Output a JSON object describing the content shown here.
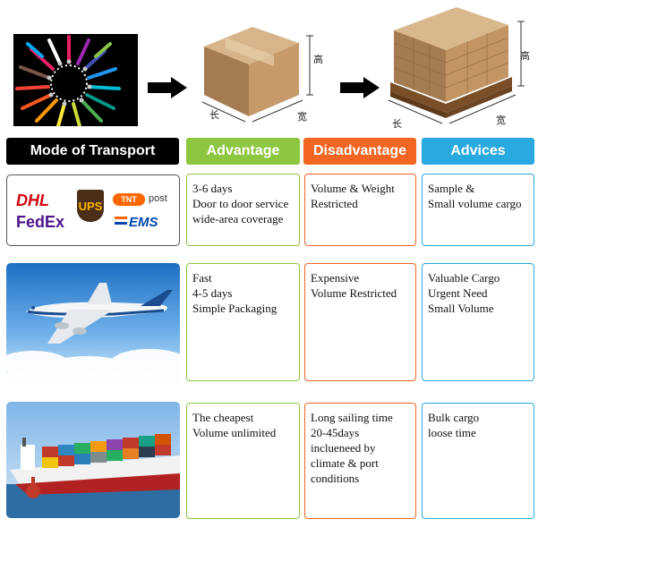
{
  "illustration": {
    "box_height_label": "高",
    "box_length_label": "长",
    "box_width_label": "宽",
    "pallet_height_label": "高",
    "pallet_length_label": "长",
    "pallet_width_label": "宽"
  },
  "headers": {
    "mode": "Mode of Transport",
    "advantage": "Advantage",
    "disadvantage": "Disadvantage",
    "advices": "Advices"
  },
  "colors": {
    "advantage": "#8dc63f",
    "disadvantage": "#f26522",
    "advices": "#28a9e0",
    "mode": "#000000"
  },
  "rows": [
    {
      "mode_logos": [
        "DHL",
        "UPS",
        "TNT",
        "post",
        "FedEx",
        "EMS"
      ],
      "advantage": [
        "3-6 days",
        "Door to door service",
        "wide-area coverage"
      ],
      "disadvantage": [
        "Volume & Weight",
        "Restricted"
      ],
      "advices": [
        "Sample &",
        "Small volume cargo"
      ]
    },
    {
      "advantage": [
        "Fast",
        "4-5 days",
        "Simple Packaging"
      ],
      "disadvantage": [
        "Expensive",
        "Volume Restricted"
      ],
      "advices": [
        "Valuable Cargo",
        "Urgent Need",
        "Small Volume"
      ]
    },
    {
      "advantage": [
        "The cheapest",
        "Volume unlimited"
      ],
      "disadvantage": [
        "Long sailing time",
        "20-45days",
        "inclueneed by",
        "climate & port",
        "conditions"
      ],
      "advices": [
        "Bulk cargo",
        "loose time"
      ]
    }
  ]
}
